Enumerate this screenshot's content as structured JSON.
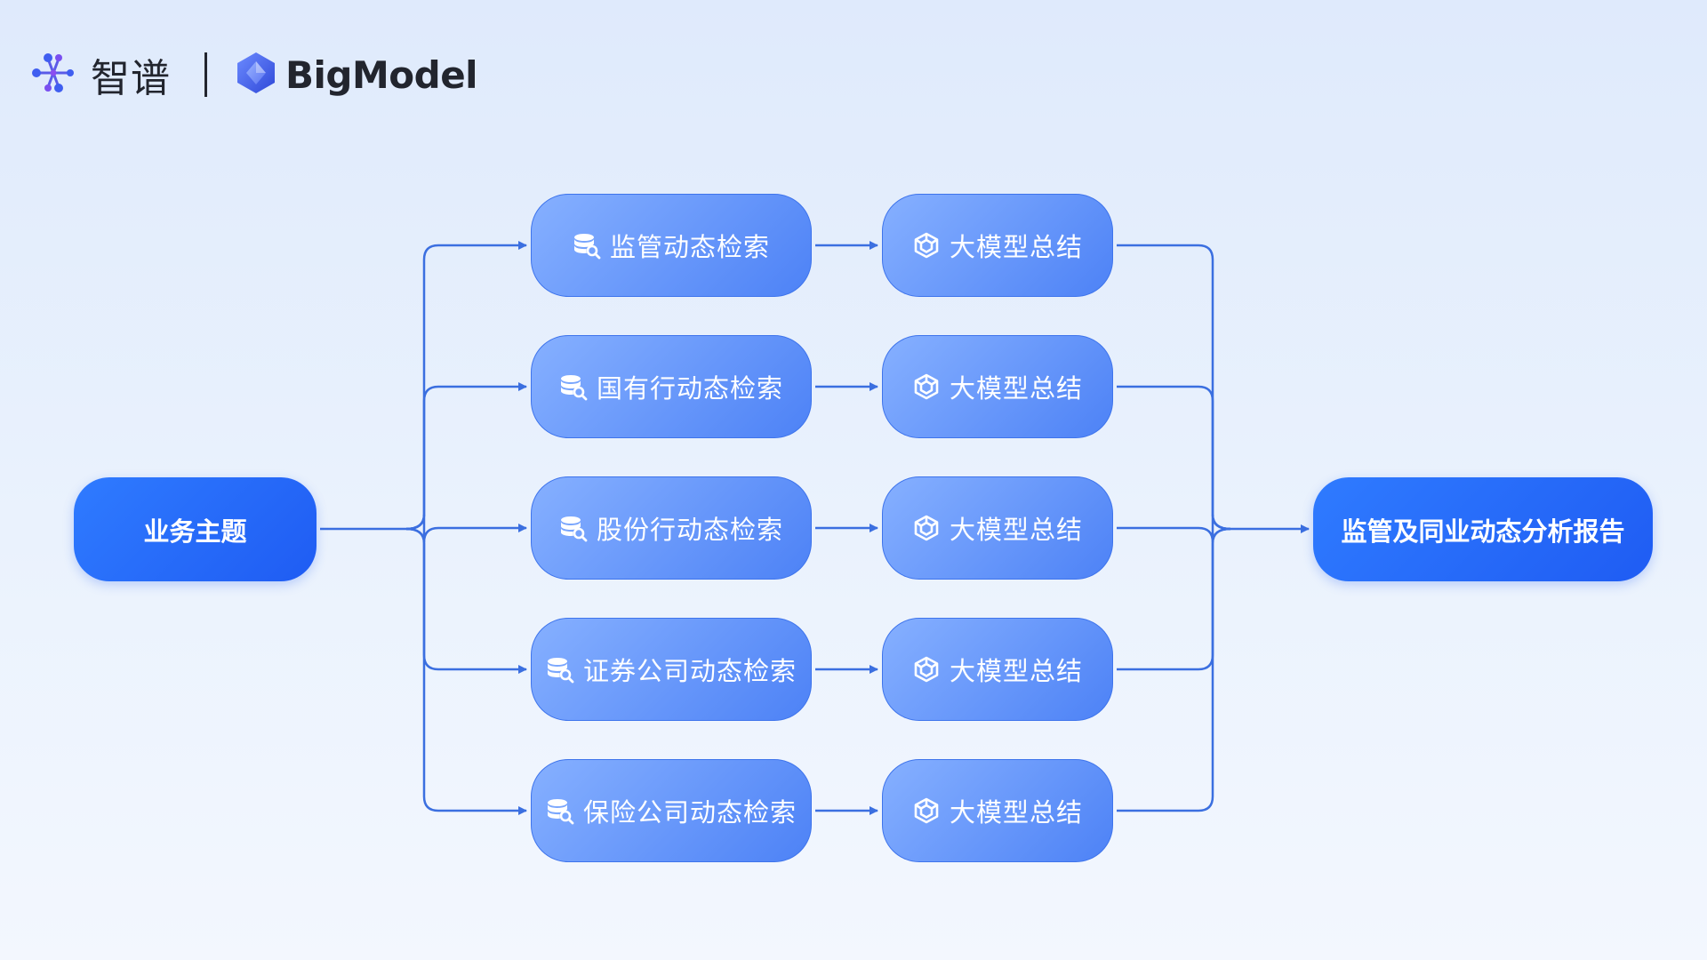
{
  "header": {
    "brand_cn": "智谱",
    "brand_en": "BigModel"
  },
  "diagram": {
    "start": {
      "label": "业务主题"
    },
    "branches": [
      {
        "search_label": "监管动态检索",
        "summary_label": "大模型总结"
      },
      {
        "search_label": "国有行动态检索",
        "summary_label": "大模型总结"
      },
      {
        "search_label": "股份行动态检索",
        "summary_label": "大模型总结"
      },
      {
        "search_label": "证券公司动态检索",
        "summary_label": "大模型总结"
      },
      {
        "search_label": "保险公司动态检索",
        "summary_label": "大模型总结"
      }
    ],
    "end": {
      "label": "监管及同业动态分析报告"
    }
  },
  "colors": {
    "connector": "#3b6fe0",
    "primary_node": "#2563f5",
    "step_node_start": "#86b0ff",
    "step_node_end": "#4d82f6",
    "text_dark": "#22252e"
  },
  "icons": {
    "search_step": "database-search-icon",
    "summary_step": "model-cube-icon"
  }
}
